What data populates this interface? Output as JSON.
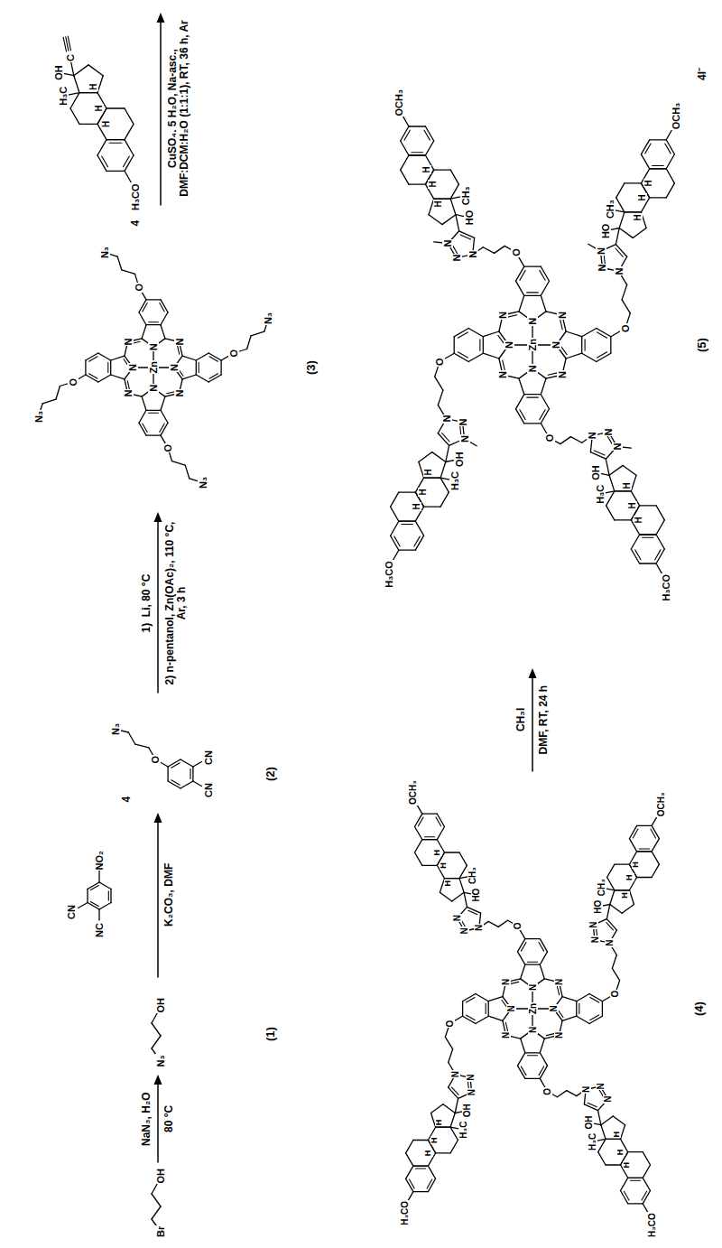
{
  "diagram": {
    "labels": [
      "Br",
      "OH",
      "NaN₃, H₂O",
      "80 °C",
      "N₃",
      "OH",
      "(1)",
      "NO₂",
      "CN",
      "NC",
      "K₂CO₃, DMF",
      "4",
      "N₃",
      "O",
      "CN",
      "CN",
      "(2)",
      "1)  Li, 80 °C",
      "2) n-pentanol, Zn(OAc)₂, 110 °C, Ar, 3 h",
      "Zn",
      "N",
      "N",
      "N",
      "N",
      "N",
      "N",
      "N",
      "N",
      "O",
      "N₃",
      "O",
      "N₃",
      "O",
      "N₃",
      "O",
      "N₃",
      "(3)",
      "H₃C",
      "OH",
      "C",
      "H",
      "H",
      "H",
      "H₃CO",
      "4",
      "CuSO₄. 5 H₂O, Na-asc., DMF:DCM:H₂O (1:1:1), RT, 36 h, Ar",
      "Zn",
      "N",
      "N",
      "N",
      "N",
      "N",
      "N",
      "N",
      "N",
      "O",
      "N",
      "N",
      "N",
      "CH₃",
      "HO",
      "H",
      "H",
      "H",
      "OCH₃",
      "O",
      "N",
      "N",
      "N",
      "H₃C",
      "OH",
      "H",
      "H",
      "H",
      "H₃CO",
      "O",
      "N",
      "N",
      "N",
      "H₃C",
      "OH",
      "H",
      "H",
      "H",
      "H₃CO",
      "O",
      "N",
      "N",
      "N",
      "CH₃",
      "HO",
      "H",
      "H",
      "H",
      "OCH₃",
      "(4)",
      "CH₃I",
      "DMF, RT, 24 h",
      "Zn",
      "N",
      "N",
      "N",
      "N",
      "N",
      "N",
      "N",
      "N",
      "O",
      "N",
      "N",
      "N",
      "CH₃",
      "HO",
      "H",
      "H",
      "H",
      "OCH₃",
      "O",
      "N",
      "N",
      "N",
      "H₃C",
      "OH",
      "H",
      "H",
      "H",
      "H₃CO",
      "O",
      "N",
      "N",
      "N",
      "H₃C",
      "OH",
      "H",
      "H",
      "H",
      "H₃CO",
      "O",
      "N",
      "N",
      "N",
      "CH₃",
      "HO",
      "H",
      "H",
      "H",
      "OCH₃",
      "(5)",
      "4I⁻"
    ]
  }
}
